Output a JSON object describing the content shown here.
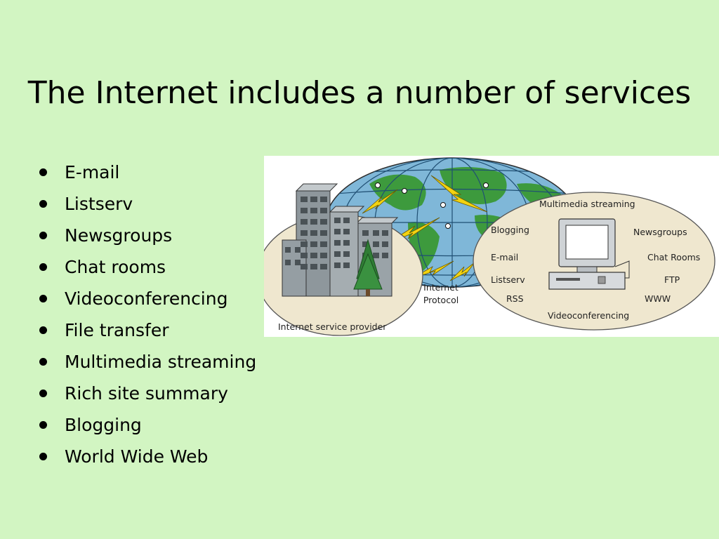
{
  "slide": {
    "title": "The Internet includes a number of services",
    "bullets": [
      "E-mail",
      "Listserv",
      "Newsgroups",
      "Chat rooms",
      "Videoconferencing",
      "File transfer",
      "Multimedia streaming",
      "Rich site summary",
      "Blogging",
      "World Wide Web"
    ]
  },
  "diagram": {
    "provider_label": "Internet service provider",
    "protocol_label_line1": "Internet",
    "protocol_label_line2": "Protocol",
    "services": {
      "multimedia": "Multimedia streaming",
      "blogging": "Blogging",
      "newsgroups": "Newsgroups",
      "email": "E-mail",
      "chatrooms": "Chat Rooms",
      "listserv": "Listserv",
      "ftp": "FTP",
      "rss": "RSS",
      "www": "WWW",
      "videoconf": "Videoconferencing"
    },
    "icons": [
      "globe-icon",
      "office-building-icon",
      "tree-icon",
      "computer-icon",
      "lightning-icon"
    ]
  },
  "colors": {
    "background": "#d2f5c2",
    "ocean": "#7fb7d8",
    "land": "#3d9a3d",
    "oval_fill": "#efe7cf",
    "lightning": "#f3d311"
  }
}
